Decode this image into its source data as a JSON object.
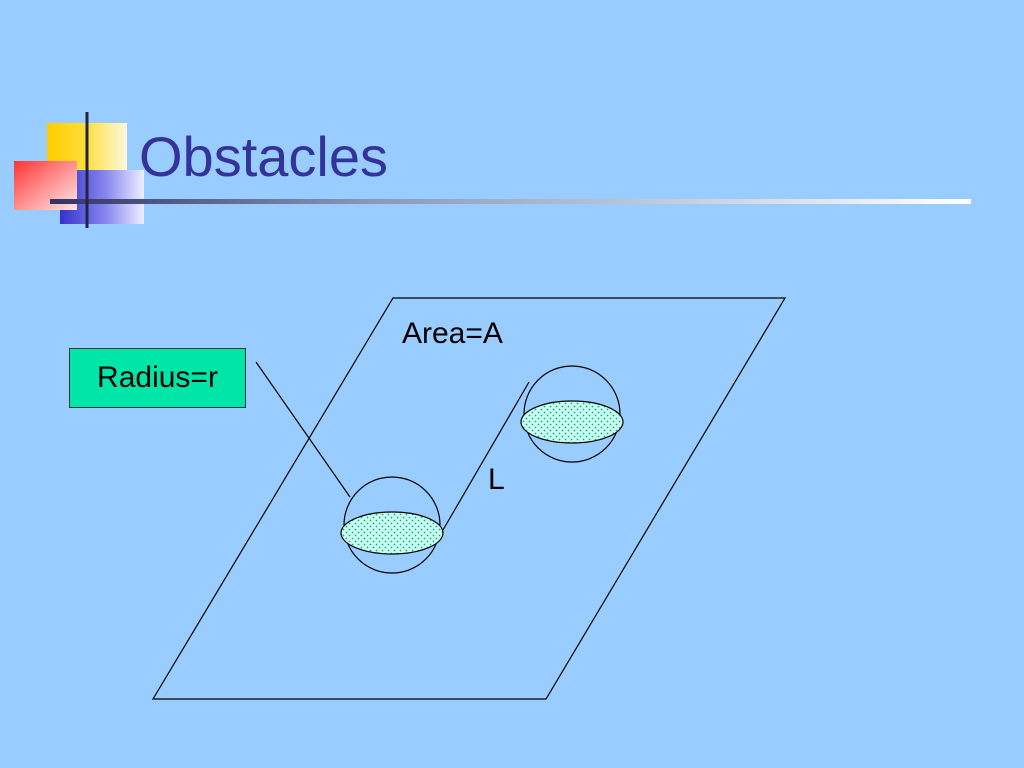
{
  "slide": {
    "title": "Obstacles"
  },
  "diagram": {
    "radius_label": "Radius=r",
    "area_label": "Area=A",
    "distance_label": "L"
  },
  "colors": {
    "background": "#99ccff",
    "title": "#333399",
    "radius_box_fill": "#00e6a8",
    "disc_fill": "#ccffee",
    "disc_dots": "#00b38a",
    "deco_yellow": "#ffcc00",
    "deco_red": "#ff3333",
    "deco_blue": "#3333cc"
  }
}
